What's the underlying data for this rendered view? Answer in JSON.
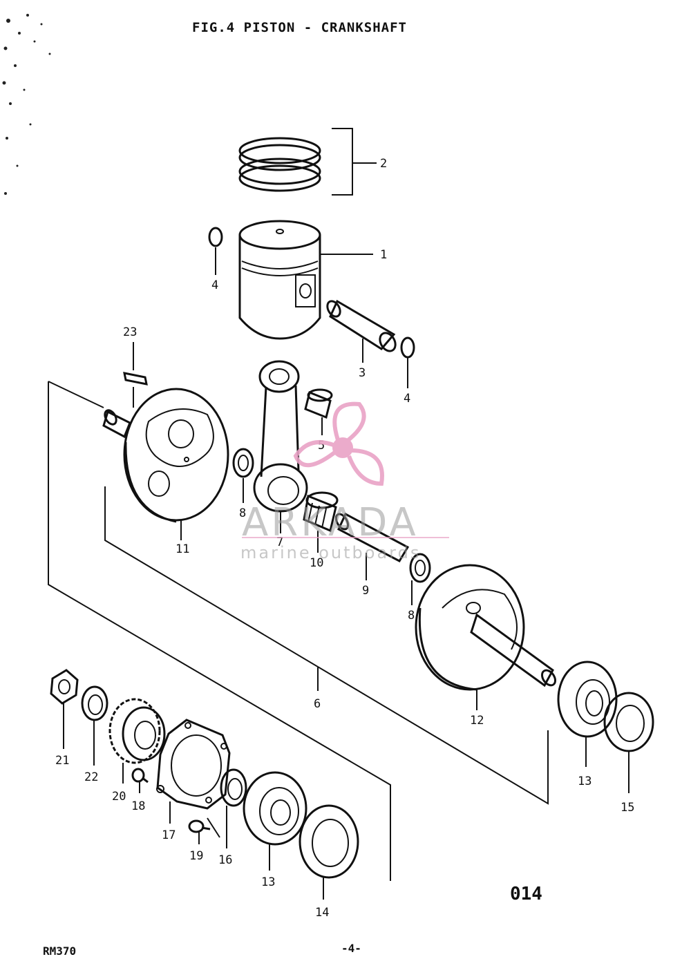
{
  "header": {
    "title": "FIG.4  PISTON - CRANKSHAFT"
  },
  "footer": {
    "model": "RM370",
    "page": "-4-",
    "figure_code": "014"
  },
  "watermark": {
    "brand": "ARKADA",
    "tagline": "marine outboards",
    "logo_color": "#e9a3c6"
  },
  "labels": {
    "l1": "1",
    "l2": "2",
    "l3": "3",
    "l4a": "4",
    "l4b": "4",
    "l5": "5",
    "l6": "6",
    "l7": "7",
    "l8a": "8",
    "l8b": "8",
    "l9": "9",
    "l10": "10",
    "l11": "11",
    "l12": "12",
    "l13a": "13",
    "l13b": "13",
    "l14": "14",
    "l15": "15",
    "l16": "16",
    "l17": "17",
    "l18": "18",
    "l19": "19",
    "l20": "20",
    "l21": "21",
    "l22": "22",
    "l23": "23"
  },
  "icons": {
    "piston_rings": "piston-rings-icon",
    "piston": "piston-icon",
    "piston_pin": "piston-pin-icon",
    "circlip": "circlip-icon",
    "needle_bearing": "needle-bearing-icon",
    "connecting_rod": "connecting-rod-icon",
    "crank_web": "crank-web-icon",
    "ball_bearing": "ball-bearing-icon",
    "oil_seal": "oil-seal-icon",
    "gear": "gear-icon",
    "nut": "nut-icon",
    "washer": "washer-icon",
    "cover_plate": "cover-plate-icon",
    "screw": "screw-icon",
    "key": "key-icon"
  }
}
